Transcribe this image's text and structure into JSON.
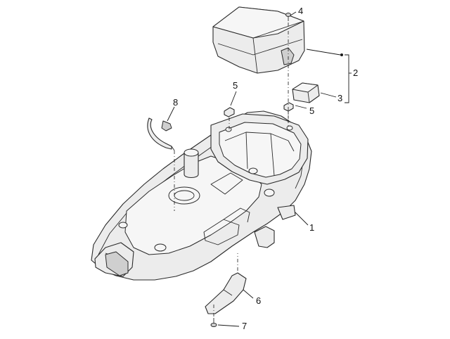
{
  "callouts": [
    {
      "id": "c1",
      "label": "1"
    },
    {
      "id": "c2",
      "label": "2"
    },
    {
      "id": "c3",
      "label": "3"
    },
    {
      "id": "c4",
      "label": "4"
    },
    {
      "id": "c5a",
      "label": "5"
    },
    {
      "id": "c5b",
      "label": "5"
    },
    {
      "id": "c6",
      "label": "6"
    },
    {
      "id": "c7",
      "label": "7"
    },
    {
      "id": "c8",
      "label": "8"
    }
  ],
  "colors": {
    "line": "#2a2a2a",
    "fill": "#ececec",
    "background": "#ffffff"
  }
}
